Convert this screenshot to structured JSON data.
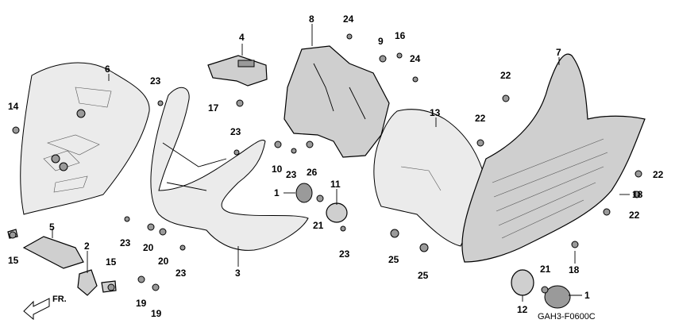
{
  "diagram": {
    "code": "GAH3-F0600C",
    "direction_label": "FR.",
    "callouts": [
      {
        "id": "c1a",
        "text": "1"
      },
      {
        "id": "c1b",
        "text": "1"
      },
      {
        "id": "c2",
        "text": "2"
      },
      {
        "id": "c3",
        "text": "3"
      },
      {
        "id": "c4",
        "text": "4"
      },
      {
        "id": "c5",
        "text": "5"
      },
      {
        "id": "c6",
        "text": "6"
      },
      {
        "id": "c7",
        "text": "7"
      },
      {
        "id": "c8",
        "text": "8"
      },
      {
        "id": "c9",
        "text": "9"
      },
      {
        "id": "c10",
        "text": "10"
      },
      {
        "id": "c11",
        "text": "11"
      },
      {
        "id": "c12",
        "text": "12"
      },
      {
        "id": "c13",
        "text": "13"
      },
      {
        "id": "c14",
        "text": "14"
      },
      {
        "id": "c15a",
        "text": "15"
      },
      {
        "id": "c15b",
        "text": "15"
      },
      {
        "id": "c16",
        "text": "16"
      },
      {
        "id": "c17",
        "text": "17"
      },
      {
        "id": "c18a",
        "text": "18"
      },
      {
        "id": "c18b",
        "text": "18"
      },
      {
        "id": "c19a",
        "text": "19"
      },
      {
        "id": "c19b",
        "text": "19"
      },
      {
        "id": "c20a",
        "text": "20"
      },
      {
        "id": "c20b",
        "text": "20"
      },
      {
        "id": "c21a",
        "text": "21"
      },
      {
        "id": "c21b",
        "text": "21"
      },
      {
        "id": "c22a",
        "text": "22"
      },
      {
        "id": "c22b",
        "text": "22"
      },
      {
        "id": "c22c",
        "text": "22"
      },
      {
        "id": "c22d",
        "text": "22"
      },
      {
        "id": "c23a",
        "text": "23"
      },
      {
        "id": "c23b",
        "text": "23"
      },
      {
        "id": "c23c",
        "text": "23"
      },
      {
        "id": "c23d",
        "text": "23"
      },
      {
        "id": "c23e",
        "text": "23"
      },
      {
        "id": "c23f",
        "text": "23"
      },
      {
        "id": "c24a",
        "text": "24"
      },
      {
        "id": "c24b",
        "text": "24"
      },
      {
        "id": "c25a",
        "text": "25"
      },
      {
        "id": "c25b",
        "text": "25"
      },
      {
        "id": "c26",
        "text": "26"
      }
    ]
  }
}
